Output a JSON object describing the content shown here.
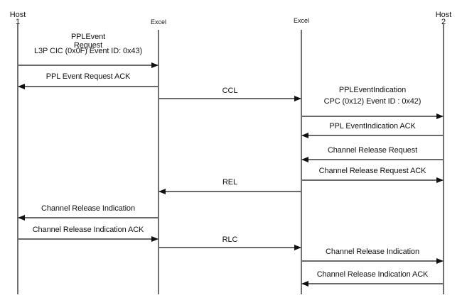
{
  "actors": [
    {
      "id": "host1",
      "name": "Host",
      "number": "1"
    },
    {
      "id": "excel1",
      "name": "Excel",
      "number": ""
    },
    {
      "id": "excel2",
      "name": "Excel",
      "number": ""
    },
    {
      "id": "host2",
      "name": "Host",
      "number": "2"
    }
  ],
  "messages": [
    {
      "from": "host1",
      "to": "excel1",
      "lines": [
        "PPLEvent",
        "Request",
        "L3P CIC (0x0F) Event ID: 0x43)"
      ]
    },
    {
      "from": "excel1",
      "to": "host1",
      "lines": [
        "PPL Event Request ACK"
      ]
    },
    {
      "from": "excel1",
      "to": "excel2",
      "lines": [
        "CCL"
      ]
    },
    {
      "from": "excel2",
      "to": "host2",
      "lines": [
        "PPLEventIndication",
        "CPC (0x12)  Event ID : 0x42)"
      ]
    },
    {
      "from": "host2",
      "to": "excel2",
      "lines": [
        "PPL EventIndication ACK"
      ]
    },
    {
      "from": "host2",
      "to": "excel2",
      "lines": [
        "Channel  Release  Request"
      ]
    },
    {
      "from": "excel2",
      "to": "host2",
      "lines": [
        "Channel  Release Request  ACK"
      ]
    },
    {
      "from": "excel2",
      "to": "excel1",
      "lines": [
        "REL"
      ]
    },
    {
      "from": "excel1",
      "to": "host1",
      "lines": [
        "Channel Release Indication"
      ]
    },
    {
      "from": "host1",
      "to": "excel1",
      "lines": [
        "Channel Release Indication  ACK"
      ]
    },
    {
      "from": "excel1",
      "to": "excel2",
      "lines": [
        "RLC"
      ]
    },
    {
      "from": "excel2",
      "to": "host2",
      "lines": [
        "Channel Release Indication"
      ]
    },
    {
      "from": "host2",
      "to": "excel2",
      "lines": [
        "Channel Release Indication  ACK"
      ]
    }
  ]
}
